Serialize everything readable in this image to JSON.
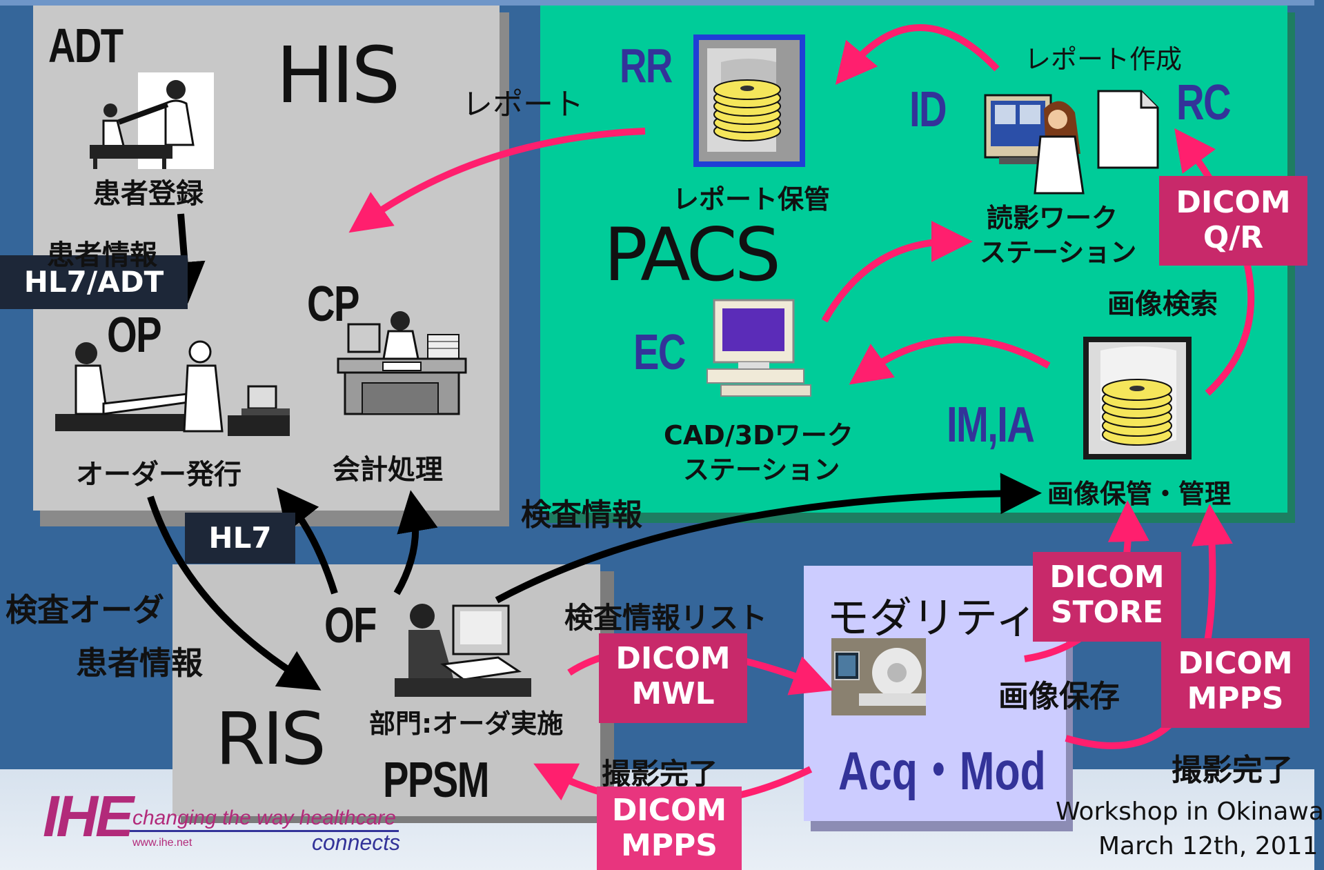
{
  "systems": {
    "his": "HIS",
    "pacs": "PACS",
    "ris": "RIS",
    "modality": "モダリティ"
  },
  "actors": {
    "adt": "ADT",
    "op": "OP",
    "cp": "CP",
    "of": "OF",
    "ppsm": "PPSM",
    "rr": "RR",
    "id": "ID",
    "rc": "RC",
    "ec": "EC",
    "im_ia": "IM,IA",
    "acq_mod": "Acq・Mod"
  },
  "labels": {
    "patient_registration": "患者登録",
    "patient_info": "患者情報",
    "order_issue": "オーダー発行",
    "accounting": "会計処理",
    "dept_order_exec": "部門:オーダ実施",
    "report_storage": "レポート保管",
    "report": "レポート",
    "report_creation": "レポート作成",
    "reading_ws_line1": "読影ワーク",
    "reading_ws_line2": "ステーション",
    "cad_ws_line1": "CAD/3Dワーク",
    "cad_ws_line2": "ステーション",
    "image_storage_mgmt": "画像保管・管理",
    "image_search": "画像検索",
    "exam_info": "検査情報",
    "exam_order": "検査オーダ",
    "patient_info_2": "患者情報",
    "worklist": "検査情報リスト",
    "image_save": "画像保存",
    "acq_complete_1": "撮影完了",
    "acq_complete_2": "撮影完了"
  },
  "tags": {
    "hl7_adt": "HL7/ADT",
    "hl7": "HL7",
    "dicom_qr_1": "DICOM",
    "dicom_qr_2": "Q/R",
    "dicom_mwl_1": "DICOM",
    "dicom_mwl_2": "MWL",
    "dicom_mpps_bottom_1": "DICOM",
    "dicom_mpps_bottom_2": "MPPS",
    "dicom_store_1": "DICOM",
    "dicom_store_2": "STORE",
    "dicom_mpps_right_1": "DICOM",
    "dicom_mpps_right_2": "MPPS"
  },
  "footer": {
    "logo": "IHE",
    "tagline": "changing the way healthcare",
    "connects": "connects",
    "url": "www.ihe.net",
    "workshop": "Workshop in Okinawa",
    "date": "March 12th, 2011"
  },
  "colors": {
    "background": "#35669a",
    "his_box": "#c8c8c8",
    "pacs_box": "#00cc99",
    "modality_box": "#ccccff",
    "arrow_pink": "#ff1f6e",
    "tag_pink": "#c8296a",
    "tag_dark": "#1d2738",
    "actor_blue": "#333399"
  },
  "icons": [
    "patient-exam-icon",
    "doctor-patient-icon",
    "billing-desk-icon",
    "report-archive-icon",
    "radiologist-workstation-icon",
    "document-icon",
    "cad-computer-icon",
    "image-archive-icon",
    "clerk-workstation-icon",
    "modality-scanner-icon"
  ]
}
